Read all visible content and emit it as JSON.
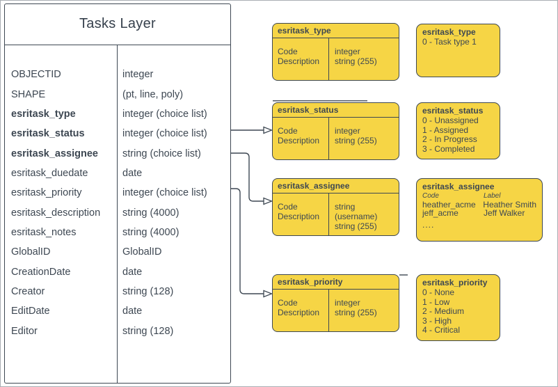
{
  "colors": {
    "yellow": "#f6d545",
    "stroke": "#3d4752",
    "text": "#3d4752"
  },
  "tasks_layer": {
    "title": "Tasks Layer",
    "fields": [
      {
        "name": "OBJECTID",
        "type": "integer"
      },
      {
        "name": "SHAPE",
        "type": "(pt, line, poly)"
      },
      {
        "name": "esritask_type",
        "type": "integer (choice list)"
      },
      {
        "name": "esritask_status",
        "type": "integer (choice list)"
      },
      {
        "name": "esritask_assignee",
        "type": "string (choice list)"
      },
      {
        "name": "esritask_duedate",
        "type": "date"
      },
      {
        "name": "esritask_priority",
        "type": "integer (choice list)"
      },
      {
        "name": "esritask_description",
        "type": "string (4000)"
      },
      {
        "name": "esritask_notes",
        "type": "string (4000)"
      },
      {
        "name": "GlobalID",
        "type": "GlobalID"
      },
      {
        "name": "CreationDate",
        "type": "date"
      },
      {
        "name": "Creator",
        "type": "string (128)"
      },
      {
        "name": "EditDate",
        "type": "date"
      },
      {
        "name": "Editor",
        "type": "string (128)"
      }
    ]
  },
  "domain_tables": {
    "type": {
      "title": "esritask_type",
      "labels": "Code\nDescription",
      "types": "integer\nstring (255)"
    },
    "status": {
      "title": "esritask_status",
      "labels": "Code\nDescription",
      "types": "integer\nstring (255)"
    },
    "assignee": {
      "title": "esritask_assignee",
      "labels": "Code\nDescription",
      "types": "string  (username)\nstring (255)"
    },
    "priority": {
      "title": "esritask_priority",
      "labels": "Code\nDescription",
      "types": "integer\nstring (255)"
    }
  },
  "value_lists": {
    "type": {
      "title": "esritask_type",
      "values": [
        "0 - Task type 1"
      ]
    },
    "status": {
      "title": "esritask_status",
      "values": [
        "0 - Unassigned",
        "1 - Assigned",
        "2 - In Progress",
        "3 - Completed"
      ]
    },
    "assignee": {
      "title": "esritask_assignee",
      "col_code": "Code",
      "col_label": "Label",
      "pairs": [
        [
          "heather_acme",
          "Heather Smith"
        ],
        [
          "jeff_acme",
          "Jeff Walker"
        ]
      ],
      "more": "...."
    },
    "priority": {
      "title": "esritask_priority",
      "values": [
        "0 - None",
        "1 - Low",
        "2 - Medium",
        "3 - High",
        "4 - Critical"
      ]
    }
  }
}
